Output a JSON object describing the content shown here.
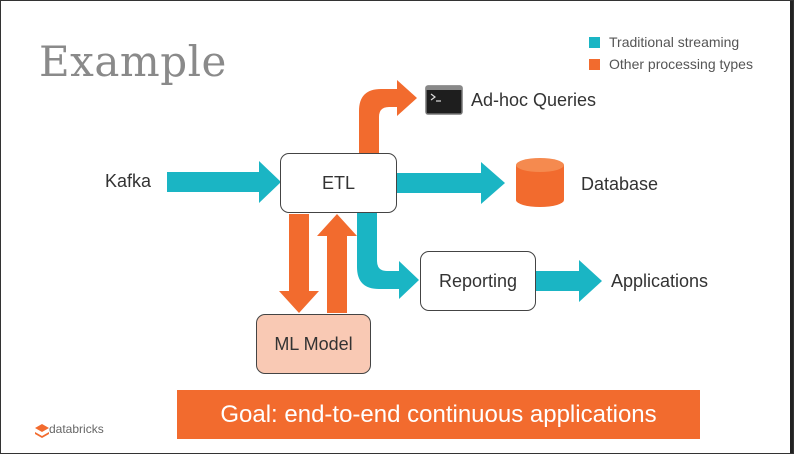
{
  "slide": {
    "title": "Example",
    "legend": [
      {
        "label": "Traditional streaming",
        "color": "#1ab5c4"
      },
      {
        "label": "Other processing types",
        "color": "#f26b2e"
      }
    ],
    "nodes": {
      "kafka": "Kafka",
      "etl": "ETL",
      "adhoc": "Ad-hoc Queries",
      "database": "Database",
      "reporting": "Reporting",
      "applications": "Applications",
      "ml_model": "ML Model"
    },
    "goal": "Goal: end-to-end continuous applications",
    "logo": "databricks",
    "icons": {
      "terminal": "terminal-icon",
      "database": "database-cylinder-icon",
      "logo": "databricks-logo-icon"
    }
  }
}
